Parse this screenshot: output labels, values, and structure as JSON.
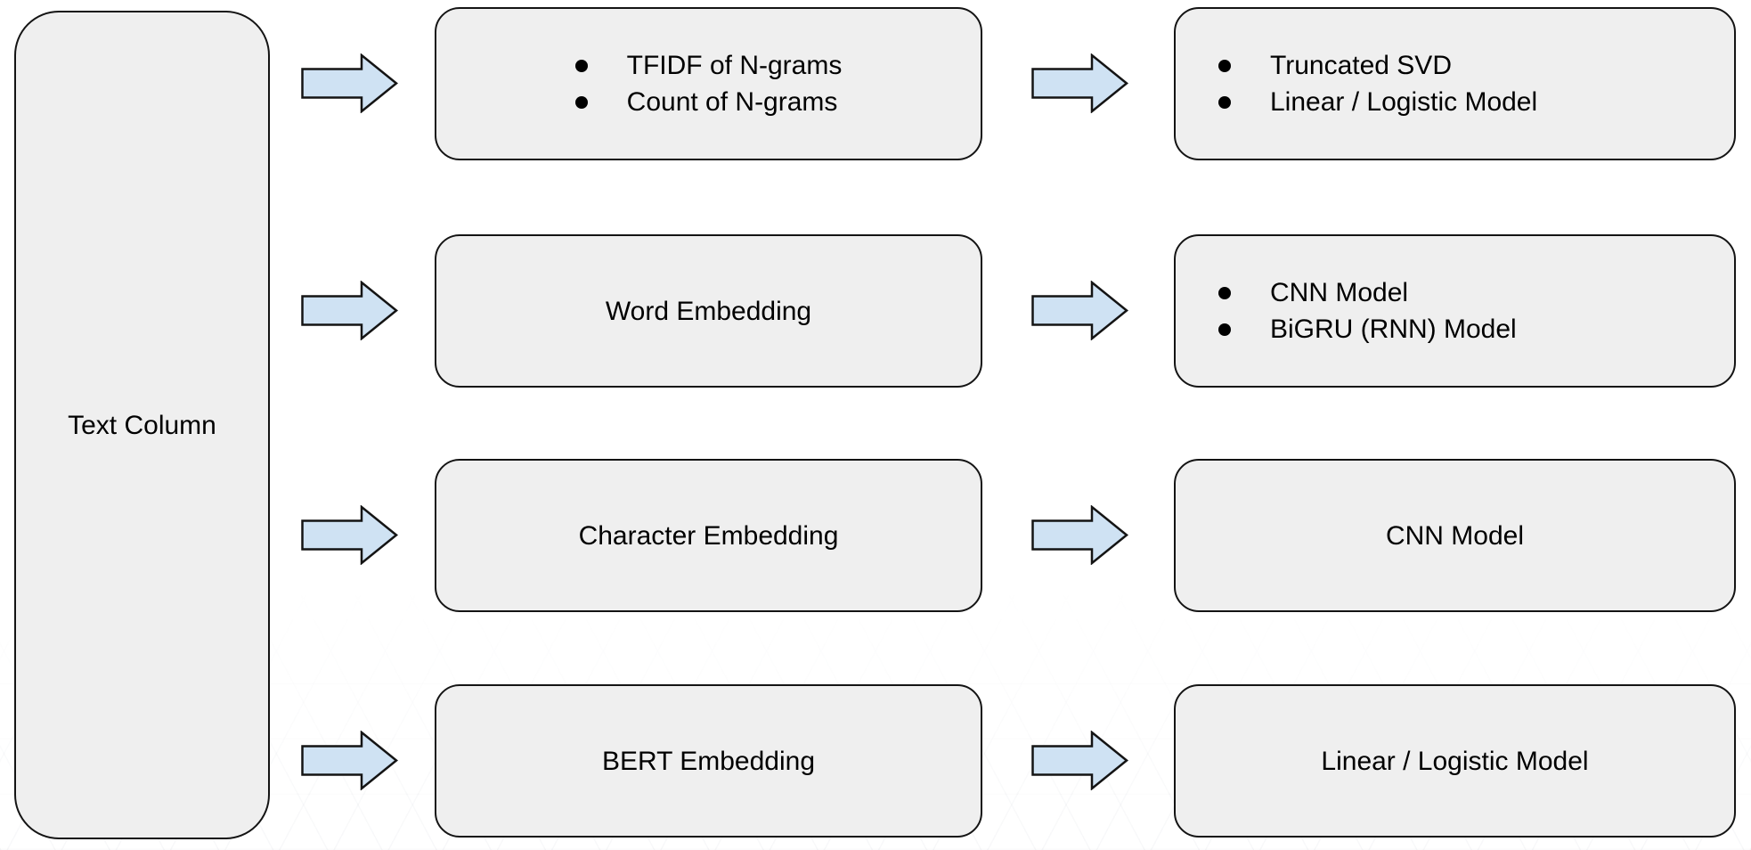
{
  "diagram": {
    "source": {
      "label": "Text Column"
    },
    "rows": [
      {
        "features": [
          "TFIDF of N-grams",
          "Count of N-grams"
        ],
        "models": [
          "Truncated SVD",
          "Linear / Logistic Model"
        ]
      },
      {
        "features": [
          "Word Embedding"
        ],
        "models": [
          "CNN Model",
          "BiGRU (RNN) Model"
        ]
      },
      {
        "features": [
          "Character Embedding"
        ],
        "models": [
          "CNN Model"
        ]
      },
      {
        "features": [
          "BERT Embedding"
        ],
        "models": [
          "Linear / Logistic Model"
        ]
      }
    ]
  },
  "colors": {
    "box_fill": "#efefef",
    "box_border": "#141414",
    "arrow_fill": "#cfe2f3",
    "arrow_border": "#141414",
    "text": "#000000",
    "background": "#ffffff"
  }
}
